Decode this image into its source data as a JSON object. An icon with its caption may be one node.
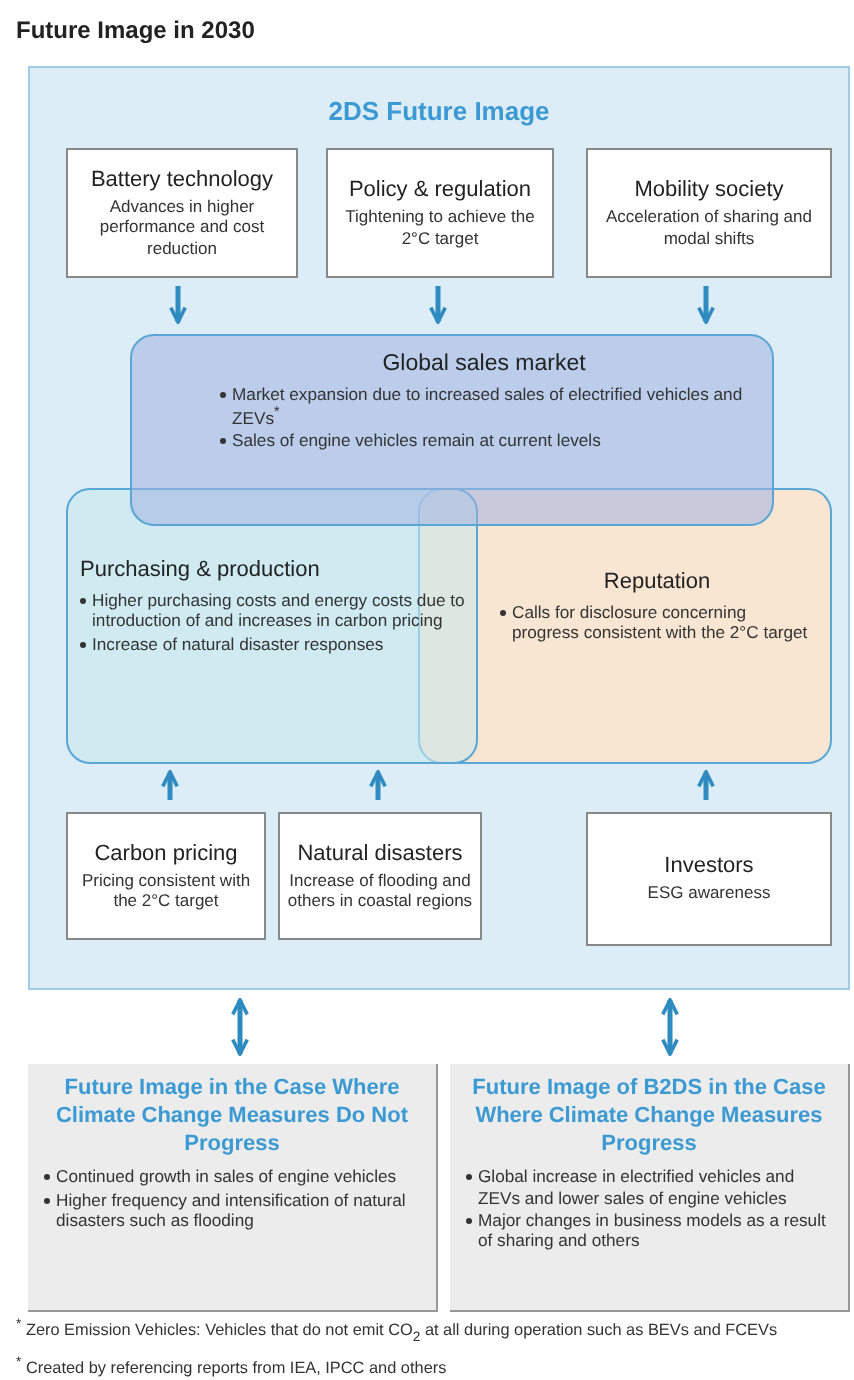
{
  "diagram": {
    "title": "Future Image in 2030",
    "nodes": [
      {
        "text": [
          "2DS Future Image"
        ]
      },
      {
        "text": [
          "Battery technology",
          "Advances in higher performance and cost reduction"
        ],
        "in": 0
      },
      {
        "text": [
          "Policy & regulation",
          "Tightening to achieve the 2°C target"
        ],
        "in": 0
      },
      {
        "text": [
          "Mobility society",
          "Acceleration of sharing and modal shifts"
        ],
        "in": 0
      },
      {
        "text": [
          "Global sales market",
          "Market expansion due to increased sales of electrified vehicles and ZEVs$^{*}$",
          "Sales of engine vehicles remain at current levels"
        ],
        "in": 0
      },
      {
        "text": [
          "Purchasing & production",
          "Higher purchasing costs and energy costs due to introduction of and increases in carbon pricing",
          "Increase of natural disaster responses"
        ],
        "in": 0
      },
      {
        "text": [
          "Reputation",
          "Calls for disclosure concerning progress consistent with the 2°C target"
        ],
        "in": 0
      },
      {
        "text": [
          "Carbon pricing",
          "Pricing consistent with the 2°C target"
        ],
        "in": 0
      },
      {
        "text": [
          "Natural disasters",
          "Increase of flooding and others in coastal regions"
        ],
        "in": 0
      },
      {
        "text": [
          "Investors",
          "ESG awareness"
        ],
        "in": 0
      },
      {
        "text": [
          "Future Image in the Case Where Climate Change Measures Do Not Progress",
          "Continued growth in sales of engine vehicles",
          "Higher frequency and intensification of natural disasters such as flooding"
        ]
      },
      {
        "text": [
          "Future Image of B2DS in the Case Where Climate Change Measures Progress",
          "Global increase in electrified vehicles and ZEVs and lower sales of engine vehicles",
          "Major changes in business models as a result of sharing and others"
        ]
      }
    ],
    "edges": [
      {
        "from": 1,
        "to": 4,
        "arrow": "to"
      },
      {
        "from": 2,
        "to": 4,
        "arrow": "to"
      },
      {
        "from": 3,
        "to": 4,
        "arrow": "to"
      },
      {
        "from": 7,
        "to": 5,
        "arrow": "to"
      },
      {
        "from": 8,
        "to": 5,
        "arrow": "to"
      },
      {
        "from": 9,
        "to": 6,
        "arrow": "to"
      },
      {
        "from": 10,
        "to": 0,
        "arrow": "both"
      },
      {
        "from": 11,
        "to": 0,
        "arrow": "both"
      }
    ],
    "labels": [
      "$^{*}$ Zero Emission Vehicles: Vehicles that do not emit CO$_{2}$ at all during operation such as BEVs and FCEVs",
      "$^{*}$ Created by referencing reports from IEA, IPCC and others"
    ]
  }
}
